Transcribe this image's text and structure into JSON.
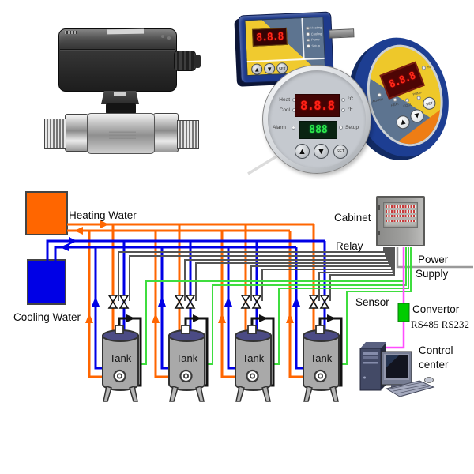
{
  "colors": {
    "heating": "#ff6600",
    "cooling": "#0000e6",
    "green_wire": "#3fdd3f",
    "gray_wire": "#555555",
    "power_wire": "#9a9a9a",
    "black_wire": "#121212",
    "magenta_wire": "#ff4cff",
    "convertor": "#00cc00"
  },
  "diagram": {
    "heating_water_label": "Heating Water",
    "cooling_water_label": "Cooling Water",
    "cabinet_label": "Cabinet",
    "relay_label": "Relay",
    "power_label": "Power",
    "supply_label": "Supply",
    "sensor_label": "Sensor",
    "convertor_label": "Convertor",
    "convertor_sub_label": "RS485 RS232",
    "control_label": "Control",
    "center_label": "center",
    "tank_labels": [
      "Tank",
      "Tank",
      "Tank",
      "Tank"
    ]
  },
  "controllers": {
    "glyphs": {
      "up": "▲",
      "down": "▼"
    },
    "panel": {
      "display": "8.8.8",
      "set_label": "SET",
      "led_labels": [
        "Heating",
        "Cooling",
        "Pump",
        "Setup"
      ]
    },
    "round_main": {
      "heat_label": "Heat",
      "cool_label": "Cool",
      "alarm_label": "Alarm",
      "celsius_label": "°C",
      "fahrenheit_label": "°F",
      "setup_label": "Setup",
      "set_label": "SET",
      "display_red": "8.8.8",
      "display_green": "888"
    },
    "round_back": {
      "display": "8.8.8",
      "set_label": "SET",
      "setup_label": "SETUP",
      "heat_label": "HEAT",
      "cool_label": "COOL",
      "pump_label": "PUMP",
      "alarm_label": "ALARM"
    }
  }
}
